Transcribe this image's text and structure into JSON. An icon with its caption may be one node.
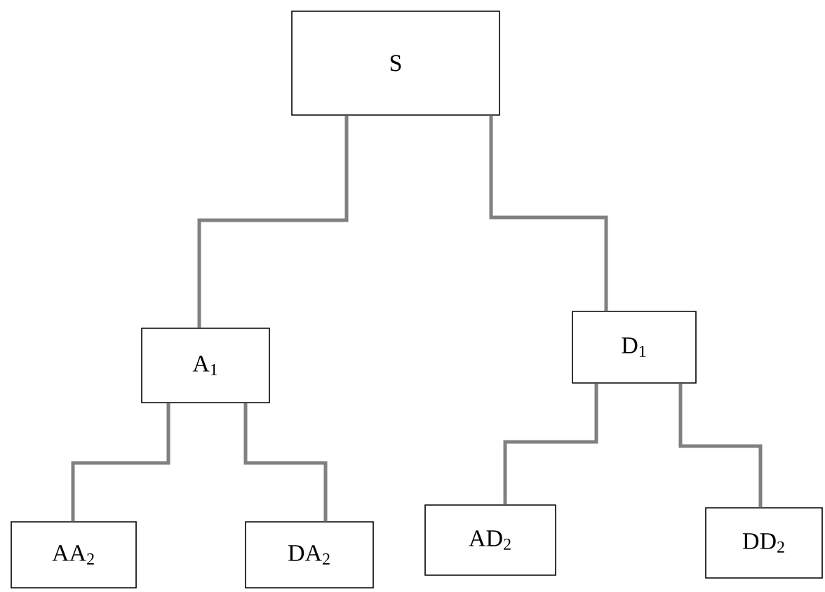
{
  "diagram": {
    "nodes": [
      {
        "text": [
          "S"
        ]
      },
      {
        "text": [
          "A$_{1}$"
        ]
      },
      {
        "text": [
          "D$_{1}$"
        ]
      },
      {
        "text": [
          "AA$_{2}$"
        ]
      },
      {
        "text": [
          "DA$_{2}$"
        ]
      },
      {
        "text": [
          "AD$_{2}$"
        ]
      },
      {
        "text": [
          "DD$_{2}$"
        ]
      }
    ],
    "edges": [
      {
        "from": 0,
        "to": 1,
        "arrow": "none"
      },
      {
        "from": 0,
        "to": 2,
        "arrow": "none"
      },
      {
        "from": 1,
        "to": 3,
        "arrow": "none"
      },
      {
        "from": 1,
        "to": 4,
        "arrow": "none"
      },
      {
        "from": 2,
        "to": 5,
        "arrow": "none"
      },
      {
        "from": 2,
        "to": 6,
        "arrow": "none"
      }
    ]
  }
}
